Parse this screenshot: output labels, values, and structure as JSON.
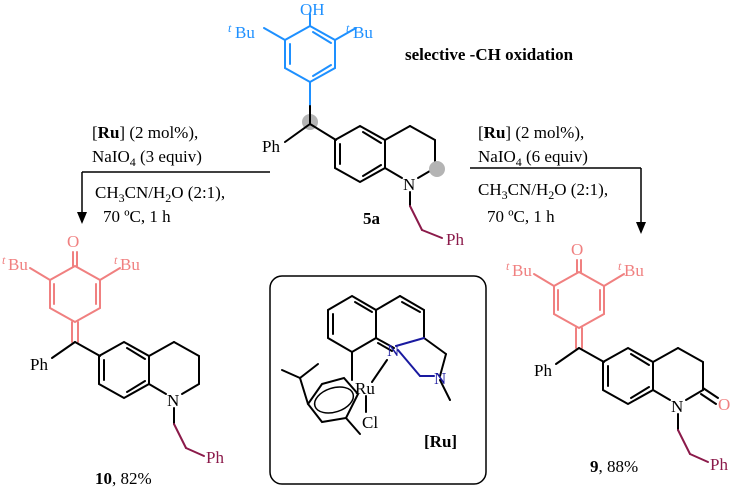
{
  "heading": "selective -CH oxidation",
  "colors": {
    "blue": "#1e90ff",
    "pink": "#f08080",
    "maroon": "#8b1a4a",
    "navy": "#1a1aa0",
    "gray": "#b4b4b4"
  },
  "labels": {
    "tBu": "Bu",
    "t": "t",
    "OH": "OH",
    "O": "O",
    "Ph": "Ph",
    "N": "N",
    "Ru": "Ru",
    "Cl": "Cl"
  },
  "compounds": {
    "start": {
      "id": "5a"
    },
    "left": {
      "id": "10",
      "yield": ", 82%"
    },
    "right": {
      "id": "9",
      "yield": ", 88%"
    }
  },
  "left_conditions": {
    "cat_open": "[",
    "cat": "Ru",
    "cat_close": "] (2 mol%),",
    "ox": "NaIO",
    "ox_sub": "4",
    "ox_rest": " (3 equiv)",
    "solv": "CH",
    "solv_sub1": "3",
    "solv_mid": "CN/H",
    "solv_sub2": "2",
    "solv_rest": "O (2:1),",
    "temp": "70 ºC, 1 h"
  },
  "right_conditions": {
    "cat_open": "[",
    "cat": "Ru",
    "cat_close": "] (2 mol%),",
    "ox": "NaIO",
    "ox_sub": "4",
    "ox_rest": " (6 equiv)",
    "solv": "CH",
    "solv_sub1": "3",
    "solv_mid": "CN/H",
    "solv_sub2": "2",
    "solv_rest": "O (2:1),",
    "temp": "70 ºC, 1 h"
  },
  "catalyst_box_label": "[Ru]"
}
